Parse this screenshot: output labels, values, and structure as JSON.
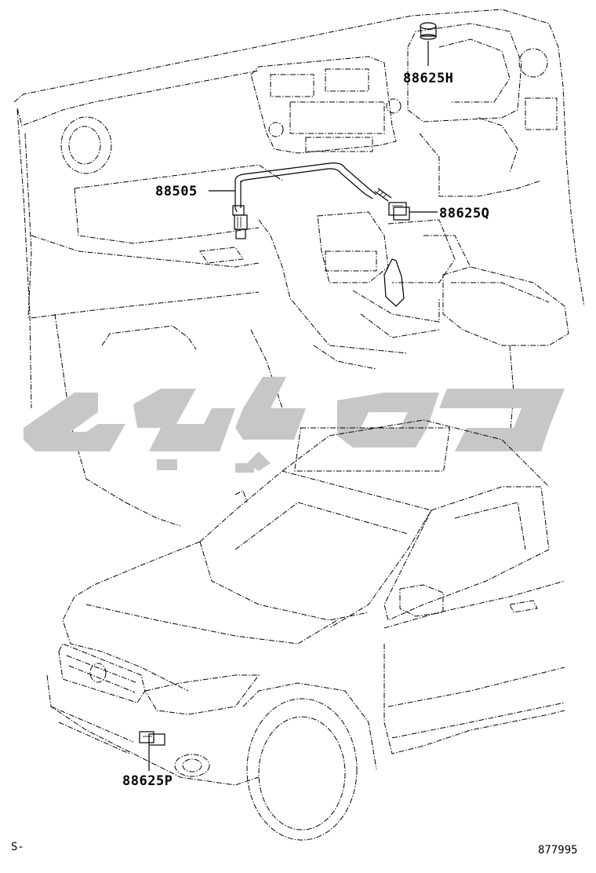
{
  "diagram": {
    "parts": [
      {
        "id": "88625H",
        "label": "88625H"
      },
      {
        "id": "88505",
        "label": "88505"
      },
      {
        "id": "88625Q",
        "label": "88625Q"
      },
      {
        "id": "88625P",
        "label": "88625P"
      }
    ],
    "footer": {
      "left_code": "S-",
      "illustration_number": "877995"
    },
    "watermark": {
      "color": "#c7c7c7"
    }
  }
}
